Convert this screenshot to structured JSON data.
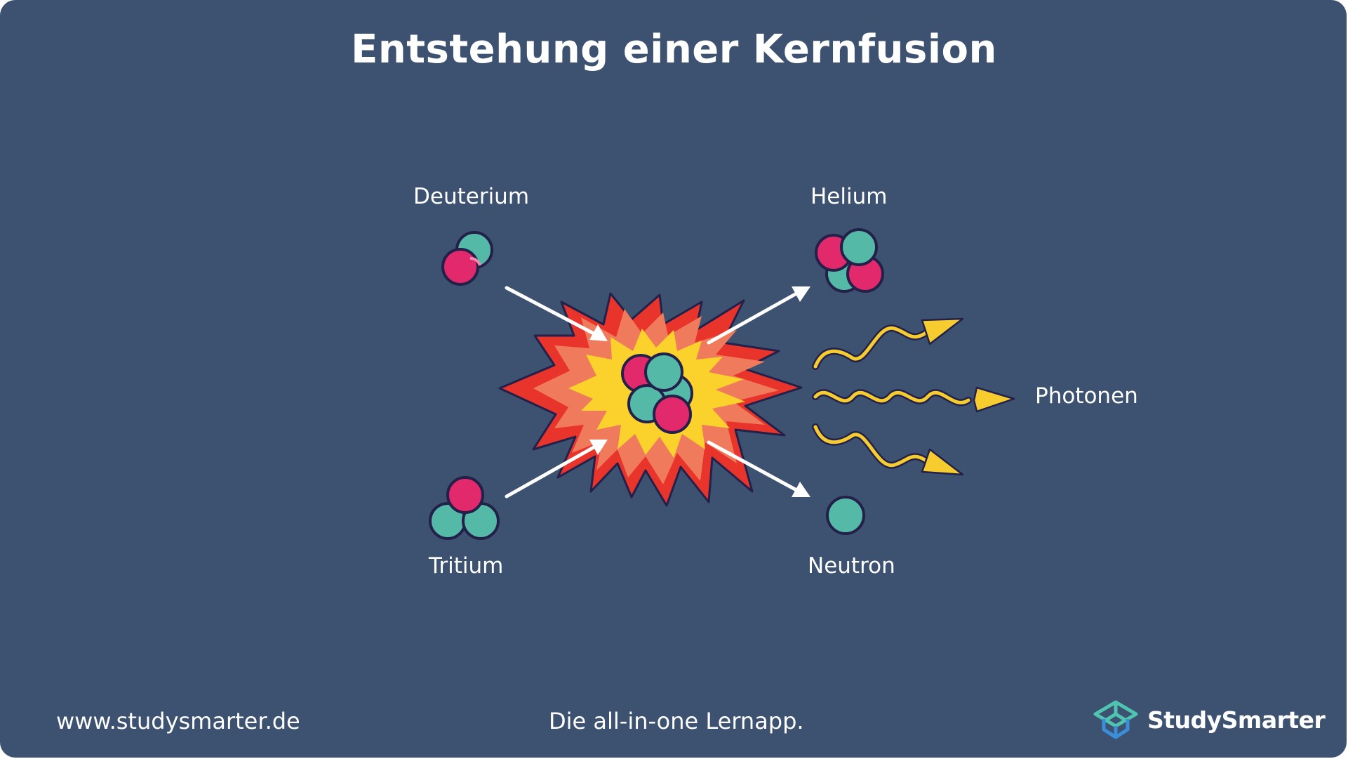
{
  "title": "Entstehung einer Kernfusion",
  "labels": {
    "deuterium": "Deuterium",
    "tritium": "Tritium",
    "helium": "Helium",
    "neutron": "Neutron",
    "photons": "Photonen"
  },
  "footer": {
    "url": "www.studysmarter.de",
    "tagline": "Die all-in-one Lernapp.",
    "brand": "StudySmarter"
  },
  "colors": {
    "background": "#3d5170",
    "proton": "#e2296b",
    "neutron": "#55b9a8",
    "outline": "#23204a",
    "explosion_outer": "#e8342a",
    "explosion_mid": "#ef7a5c",
    "explosion_inner": "#fbd12c",
    "photon": "#f7cc2f",
    "arrow": "#ffffff",
    "logo_top": "#4fc4b0",
    "logo_bottom": "#3a8fd8"
  },
  "icons": {
    "deuterium": "deuterium-nucleus-icon",
    "tritium": "tritium-nucleus-icon",
    "helium": "helium-nucleus-icon",
    "neutron": "neutron-particle-icon",
    "explosion": "fusion-explosion-icon",
    "photons": "photon-wave-icon",
    "logo": "studysmarter-logo-icon"
  }
}
